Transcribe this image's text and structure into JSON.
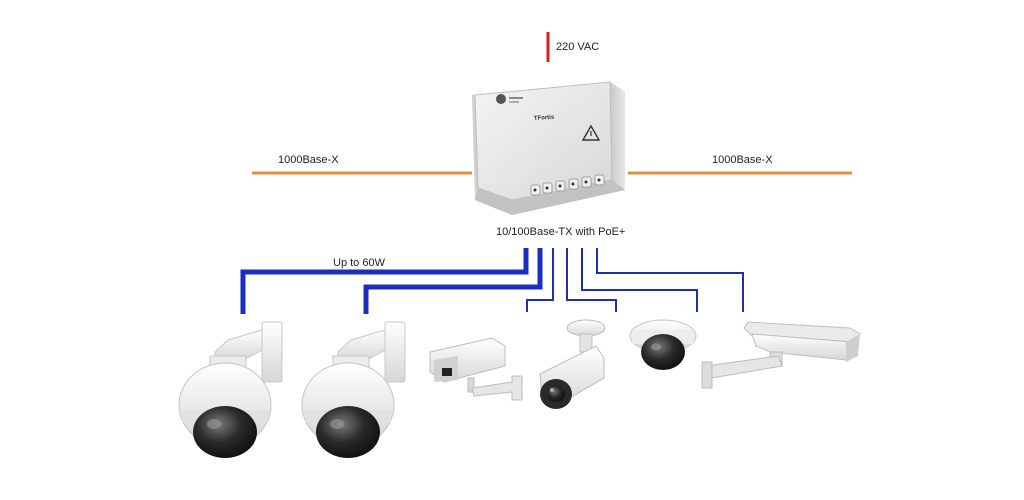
{
  "power": {
    "label": "220 VAC",
    "color": "#d42020"
  },
  "uplinks": [
    {
      "label": "1000Base-X",
      "color": "#e0913e"
    },
    {
      "label": "1000Base-X",
      "color": "#e0913e"
    }
  ],
  "switch": {
    "brand": "TFortis"
  },
  "ports_label": "10/100Base-TX with PoE+",
  "poe_plus_budget_label": "Up to 60W",
  "cables": {
    "poe_plus_color": "#1a2fc0",
    "poe_color": "#1c30b0"
  },
  "cameras": [
    {
      "icon": "ptz-dome-camera-icon"
    },
    {
      "icon": "ptz-dome-camera-icon"
    },
    {
      "icon": "box-camera-icon"
    },
    {
      "icon": "bullet-camera-icon"
    },
    {
      "icon": "fixed-dome-camera-icon"
    },
    {
      "icon": "housing-camera-icon"
    }
  ]
}
